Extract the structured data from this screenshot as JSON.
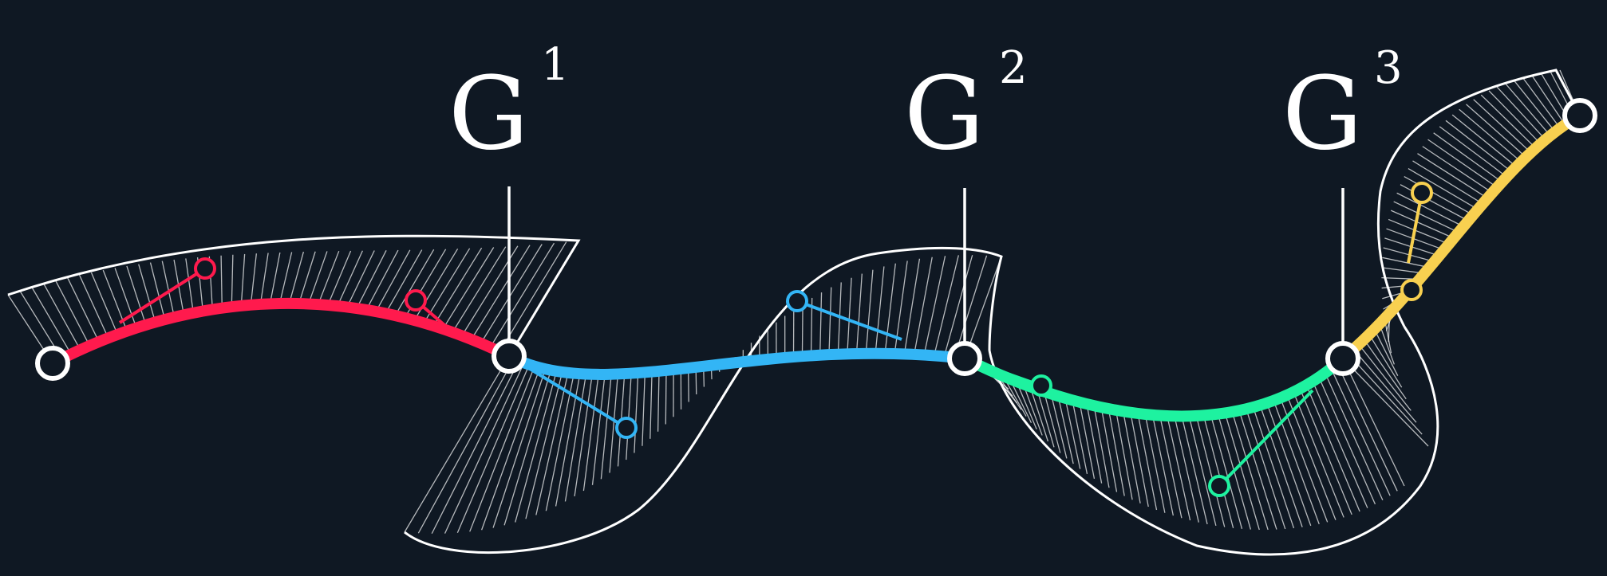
{
  "colors": {
    "background": "#0f1823",
    "segment_1": "#ff1a4d",
    "segment_2": "#33b5f5",
    "segment_3": "#1ef2a0",
    "segment_4": "#f8d050",
    "outline": "#ffffff"
  },
  "labels": [
    {
      "base": "G",
      "sup": "1"
    },
    {
      "base": "G",
      "sup": "2"
    },
    {
      "base": "G",
      "sup": "3"
    }
  ]
}
